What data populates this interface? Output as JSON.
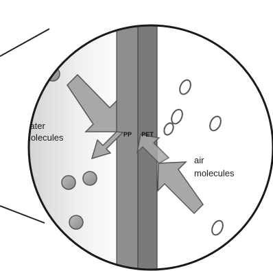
{
  "diagram": {
    "left_label_line1": "water",
    "left_label_line2": "molecules",
    "right_label_line1": "air",
    "right_label_line2": "molecules",
    "layer1": "PP",
    "layer2": "PET"
  }
}
